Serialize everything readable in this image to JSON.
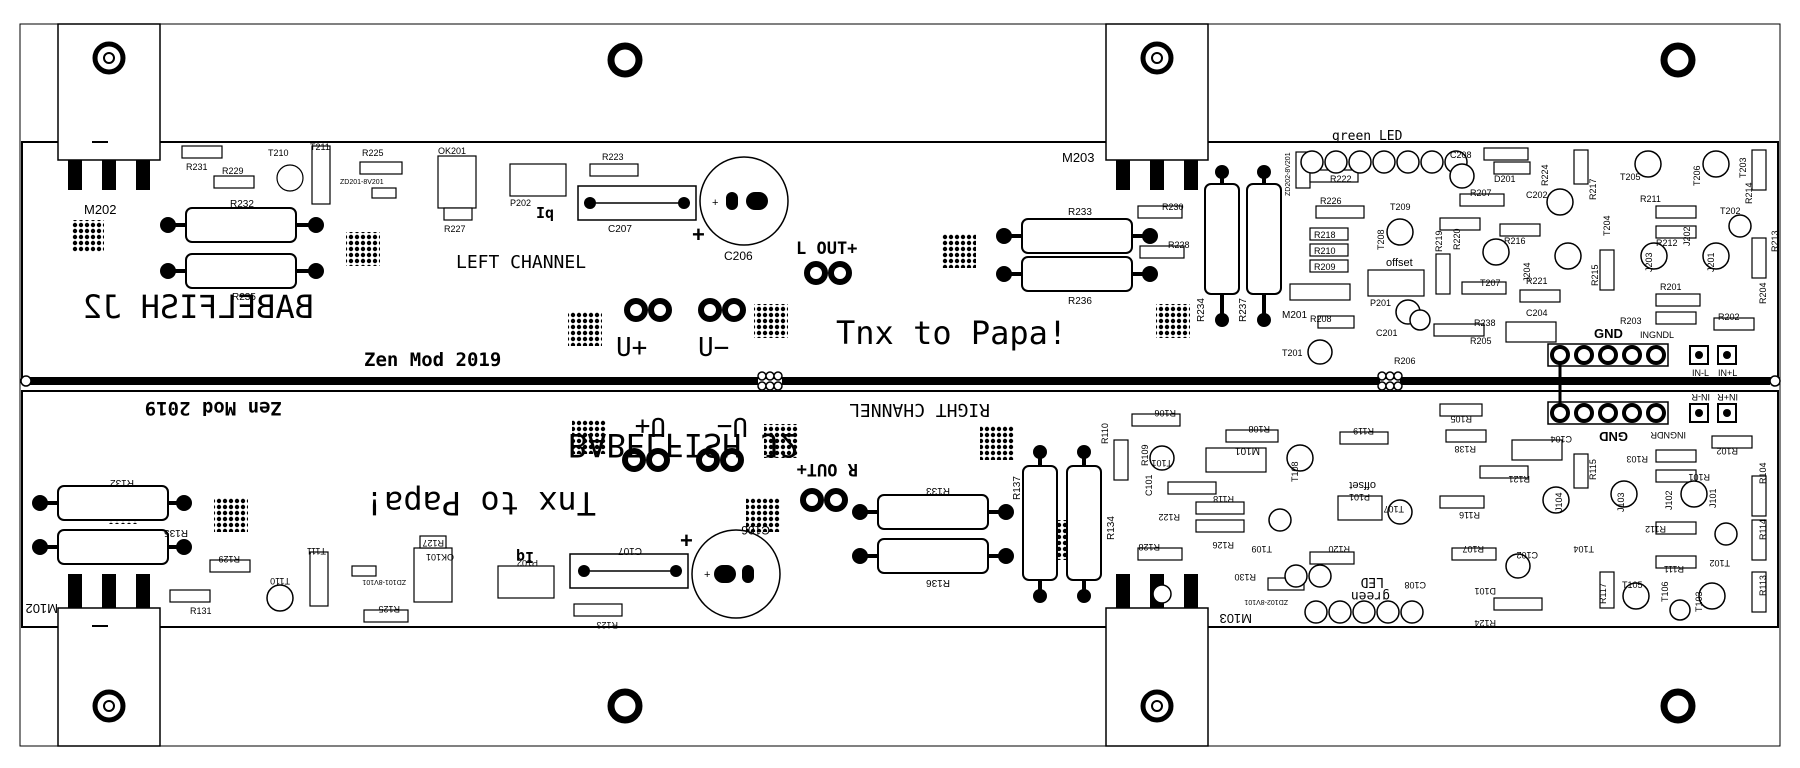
{
  "board": {
    "main_labels": {
      "left_channel": "LEFT CHANNEL",
      "right_channel": "RIGHT CHANNEL",
      "babelfish_top": "BABELFISH J2",
      "babelfish_bottom": "BABELFISH J2",
      "zen_mod_top": "Zen Mod 2019",
      "zen_mod_bottom": "Zen Mod 2019",
      "tnx_top": "Tnx to Papa!",
      "tnx_bottom": "Tnx to Papa!",
      "u_plus_top": "U+",
      "u_minus_top": "U−",
      "u_plus_bottom": "U+",
      "u_minus_bottom": "U−",
      "l_out": "L OUT+",
      "r_out": "R OUT+",
      "gnd_top": "GND",
      "gnd_bottom": "GND",
      "ingndl": "INGNDL",
      "ingndr": "INGNDR",
      "in_minus_l": "IN-L",
      "in_plus_l": "IN+L",
      "in_minus_r": "IN-R",
      "in_plus_r": "IN+R",
      "green_led_top": "green LED",
      "green_led_bottom_1": "green",
      "green_led_bottom_2": "LED",
      "offset_top": "offset",
      "offset_bottom": "offset",
      "iq_top": "Iq",
      "iq_bottom": "Iq",
      "m202": "M202",
      "m203": "M203",
      "m102": "M102",
      "m103": "M103",
      "m201": "M201",
      "m101": "M101"
    },
    "parts": {
      "R231": "R231",
      "R229": "R229",
      "T210": "T210",
      "T211": "T211",
      "R225": "R225",
      "OK201": "OK201",
      "ZD201": "ZD201-8V201",
      "R227": "R227",
      "R232": "R232",
      "R235": "R235",
      "P202": "P202",
      "R223": "R223",
      "C207": "C207",
      "C206": "C206",
      "R233": "R233",
      "R230": "R230",
      "R228": "R228",
      "R236": "R236",
      "R234": "R234",
      "R237": "R237",
      "ZD202": "ZD202-8V201",
      "R222": "R222",
      "R226": "R226",
      "R218": "R218",
      "R210": "R210",
      "R209": "R209",
      "R208": "R208",
      "T201": "T201",
      "C201": "C201",
      "R206": "R206",
      "R205": "R205",
      "P201": "P201",
      "T208": "T208",
      "T209": "T209",
      "C208": "C208",
      "D201": "D201",
      "R207": "R207",
      "R224": "R224",
      "R217": "R217",
      "C202": "C202",
      "R219": "R219",
      "R220": "R220",
      "R216": "R216",
      "T207": "T207",
      "J204": "J204",
      "R221": "R221",
      "C204": "C204",
      "R238": "R238",
      "T205": "T205",
      "T206": "T206",
      "T203": "T203",
      "T204": "T204",
      "R211": "R211",
      "R212": "R212",
      "J203": "J203",
      "J201": "J201",
      "J202": "J202",
      "R215": "R215",
      "R201": "R201",
      "R203": "R203",
      "R202": "R202",
      "T202": "T202",
      "R214": "R214",
      "R213": "R213",
      "R204": "R204",
      "R132": "R132",
      "R135": "R135",
      "R129": "R129",
      "R131": "R131",
      "T110": "T110",
      "T111": "T111",
      "ZD101": "ZD101-8V101",
      "R127": "R127",
      "OK101": "OK101",
      "R125": "R125",
      "P102": "P102",
      "C107": "C107",
      "R123": "R123",
      "C106": "C106",
      "R133": "R133",
      "R136": "R136",
      "R137": "R137",
      "R134": "R134",
      "R110": "R110",
      "R109": "R109",
      "T101": "T101",
      "C101": "C101",
      "R106": "R106",
      "R108": "R108",
      "R118": "R118",
      "R122": "R122",
      "R126": "R126",
      "R128": "R128",
      "T109": "T109",
      "R119": "R119",
      "T108": "T108",
      "R130": "R130",
      "ZD102": "ZD102-8V101",
      "R120": "R120",
      "P101": "P101",
      "T107": "T107",
      "R116": "R116",
      "R107": "R107",
      "C108": "C108",
      "C102": "C102",
      "D101": "D101",
      "R124": "R124",
      "R105": "R105",
      "R138": "R138",
      "C104": "C104",
      "R121": "R121",
      "R115": "R115",
      "R103": "R103",
      "R101": "R101",
      "R102": "R102",
      "J104": "J104",
      "J103": "J103",
      "J102": "J102",
      "J101": "J101",
      "R112": "R112",
      "R111": "R111",
      "T104": "T104",
      "T102": "T102",
      "T105": "T105",
      "T106": "T106",
      "R117": "R117",
      "T103": "T103",
      "R104": "R104",
      "R114": "R114",
      "R113": "R113"
    }
  }
}
